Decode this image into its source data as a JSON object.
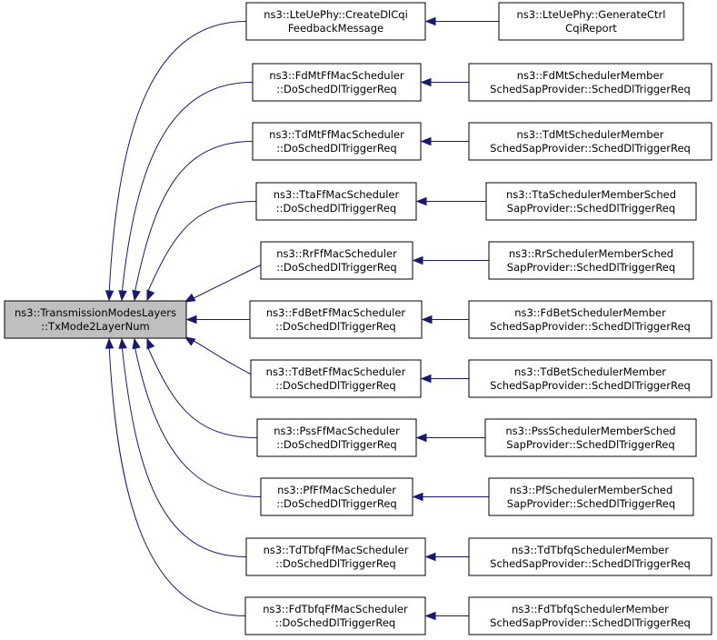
{
  "colors": {
    "edge": "#191970",
    "root_fill": "#bfbfbf",
    "node_fill": "#ffffff",
    "node_border": "#000000"
  },
  "root": {
    "line1": "ns3::TransmissionModesLayers",
    "line2": "::TxMode2LayerNum"
  },
  "nodes": [
    {
      "caller": {
        "line1": "ns3::LteUePhy::CreateDlCqi",
        "line2": "FeedbackMessage"
      },
      "origin": {
        "line1": "ns3::LteUePhy::GenerateCtrl",
        "line2": "CqiReport"
      }
    },
    {
      "caller": {
        "line1": "ns3::FdMtFfMacScheduler",
        "line2": "::DoSchedDlTriggerReq"
      },
      "origin": {
        "line1": "ns3::FdMtSchedulerMember",
        "line2": "SchedSapProvider::SchedDlTriggerReq"
      }
    },
    {
      "caller": {
        "line1": "ns3::TdMtFfMacScheduler",
        "line2": "::DoSchedDlTriggerReq"
      },
      "origin": {
        "line1": "ns3::TdMtSchedulerMember",
        "line2": "SchedSapProvider::SchedDlTriggerReq"
      }
    },
    {
      "caller": {
        "line1": "ns3::TtaFfMacScheduler",
        "line2": "::DoSchedDlTriggerReq"
      },
      "origin": {
        "line1": "ns3::TtaSchedulerMemberSched",
        "line2": "SapProvider::SchedDlTriggerReq"
      }
    },
    {
      "caller": {
        "line1": "ns3::RrFfMacScheduler",
        "line2": "::DoSchedDlTriggerReq"
      },
      "origin": {
        "line1": "ns3::RrSchedulerMemberSched",
        "line2": "SapProvider::SchedDlTriggerReq"
      }
    },
    {
      "caller": {
        "line1": "ns3::FdBetFfMacScheduler",
        "line2": "::DoSchedDlTriggerReq"
      },
      "origin": {
        "line1": "ns3::FdBetSchedulerMember",
        "line2": "SchedSapProvider::SchedDlTriggerReq"
      }
    },
    {
      "caller": {
        "line1": "ns3::TdBetFfMacScheduler",
        "line2": "::DoSchedDlTriggerReq"
      },
      "origin": {
        "line1": "ns3::TdBetSchedulerMember",
        "line2": "SchedSapProvider::SchedDlTriggerReq"
      }
    },
    {
      "caller": {
        "line1": "ns3::PssFfMacScheduler",
        "line2": "::DoSchedDlTriggerReq"
      },
      "origin": {
        "line1": "ns3::PssSchedulerMemberSched",
        "line2": "SapProvider::SchedDlTriggerReq"
      }
    },
    {
      "caller": {
        "line1": "ns3::PfFfMacScheduler",
        "line2": "::DoSchedDlTriggerReq"
      },
      "origin": {
        "line1": "ns3::PfSchedulerMemberSched",
        "line2": "SapProvider::SchedDlTriggerReq"
      }
    },
    {
      "caller": {
        "line1": "ns3::TdTbfqFfMacScheduler",
        "line2": "::DoSchedDlTriggerReq"
      },
      "origin": {
        "line1": "ns3::TdTbfqSchedulerMember",
        "line2": "SchedSapProvider::SchedDlTriggerReq"
      }
    },
    {
      "caller": {
        "line1": "ns3::FdTbfqFfMacScheduler",
        "line2": "::DoSchedDlTriggerReq"
      },
      "origin": {
        "line1": "ns3::FdTbfqSchedulerMember",
        "line2": "SchedSapProvider::SchedDlTriggerReq"
      }
    }
  ]
}
